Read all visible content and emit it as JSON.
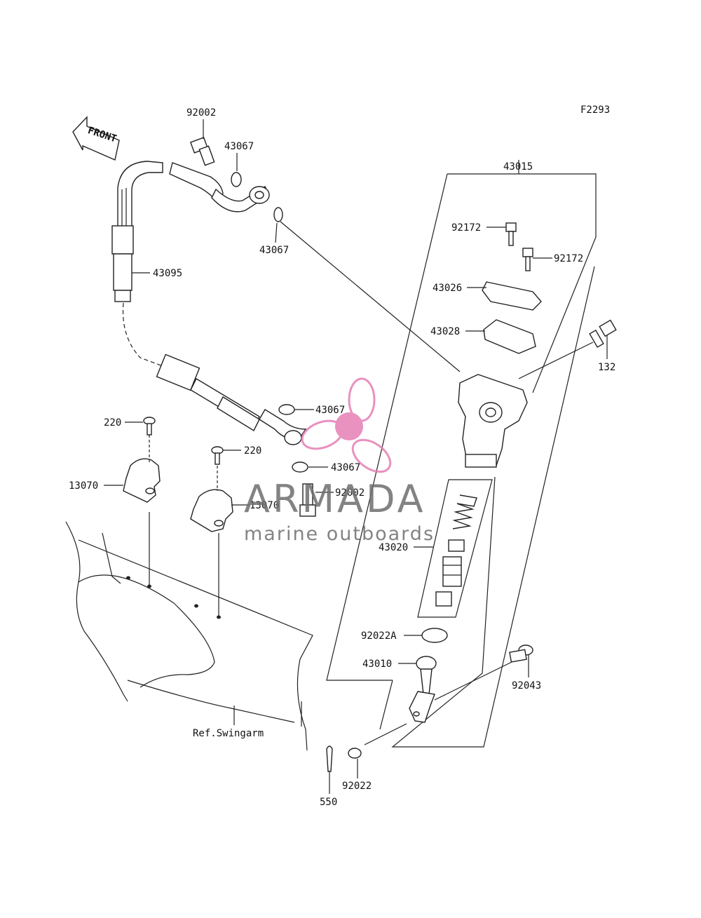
{
  "figure_code": "F2293",
  "front_label": "FRONT",
  "ref_label": "Ref.Swingarm",
  "watermark": {
    "brand": "ARMADA",
    "tagline": "marine outboards",
    "accent_color": "#e67eb4",
    "text_color": "#6e6e6e"
  },
  "parts": {
    "p92002_top": "92002",
    "p43067_a": "43067",
    "p43015": "43015",
    "p43067_b": "43067",
    "p92172_a": "92172",
    "p92172_b": "92172",
    "p43095": "43095",
    "p43026": "43026",
    "p43028": "43028",
    "p132": "132",
    "p220_a": "220",
    "p43067_c": "43067",
    "p220_b": "220",
    "p43067_d": "43067",
    "p13070_a": "13070",
    "p92002_mid": "92002",
    "p13070_b": "13070",
    "p43020": "43020",
    "p92022A": "92022A",
    "p43010": "43010",
    "p92043": "92043",
    "p92022": "92022",
    "p550": "550"
  }
}
